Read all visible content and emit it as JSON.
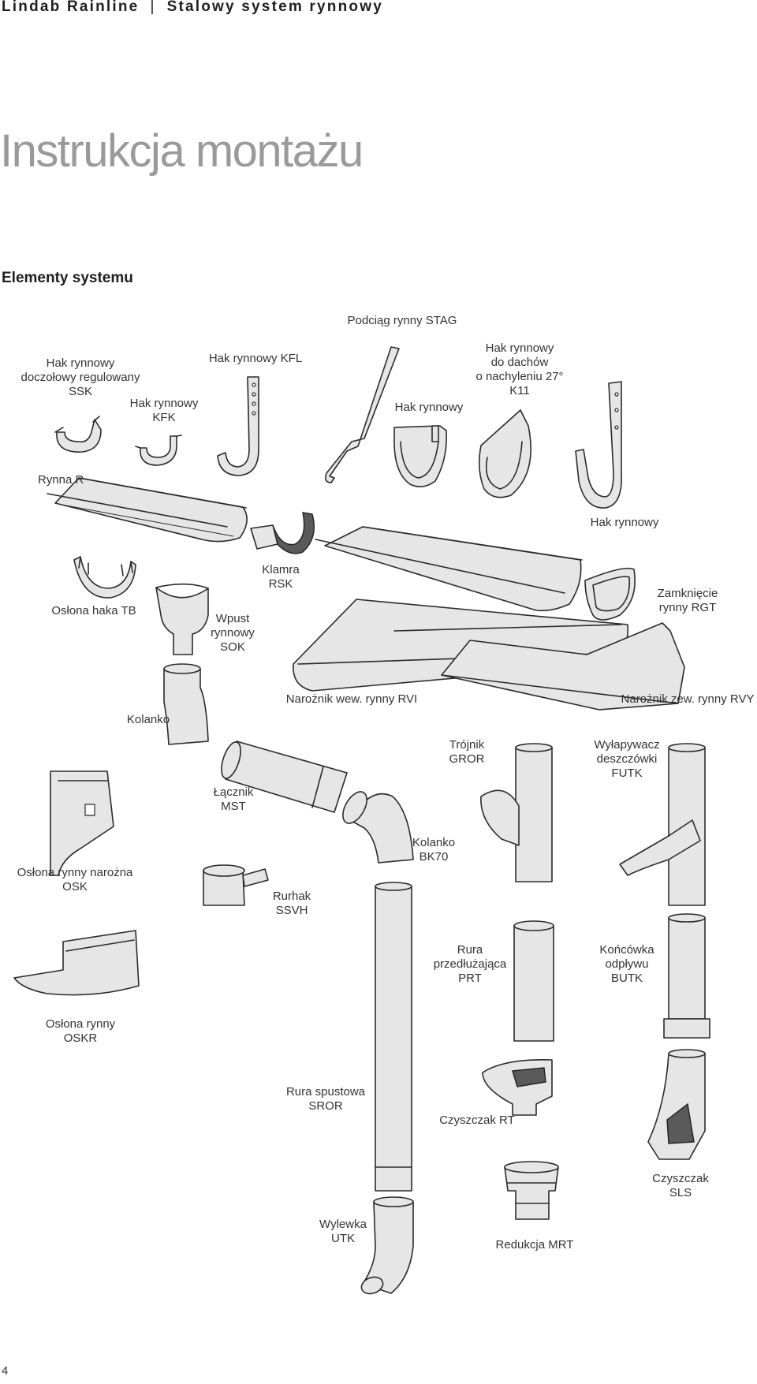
{
  "header": {
    "brand": "Lindab Rainline",
    "separator": "|",
    "series": "Stalowy system rynnowy"
  },
  "title": "Instrukcja montażu",
  "subtitle": "Elementy systemu",
  "labels": {
    "ssk": "Hak rynnowy\ndoczołowy regulowany\nSSK",
    "kfk": "Hak rynnowy\nKFK",
    "kfl": "Hak rynnowy KFL",
    "stag": "Podciąg rynny STAG",
    "hak1": "Hak rynnowy",
    "k11": "Hak rynnowy\ndo dachów\no nachyleniu 27°\nK11",
    "rynna": "Rynna R",
    "hak2": "Hak rynnowy",
    "tb": "Osłona haka TB",
    "rsk": "Klamra\nRSK",
    "sok": "Wpust\nrynnowy\nSOK",
    "rgt": "Zamknięcie\nrynny RGT",
    "rvi": "Narożnik wew. rynny RVI",
    "rvy": "Narożnik zew. rynny RVY",
    "kolanko": "Kolanko",
    "mst": "Łącznik\nMST",
    "gror": "Trójnik\nGROR",
    "futk": "Wyłapywacz\ndeszczówki\nFUTK",
    "osk": "Osłona rynny narożna\nOSK",
    "bk70": "Kolanko\nBK70",
    "ssvh": "Rurhak\nSSVH",
    "prt": "Rura\nprzedłużająca\nPRT",
    "butk": "Końcówka\nodpływu\nBUTK",
    "oskr": "Osłona rynny\nOSKR",
    "sror": "Rura spustowa\nSROR",
    "rt": "Czyszczak  RT",
    "sls": "Czyszczak\nSLS",
    "utk": "Wylewka\nUTK",
    "mrt": "Redukcja MRT"
  },
  "page_number": "4"
}
